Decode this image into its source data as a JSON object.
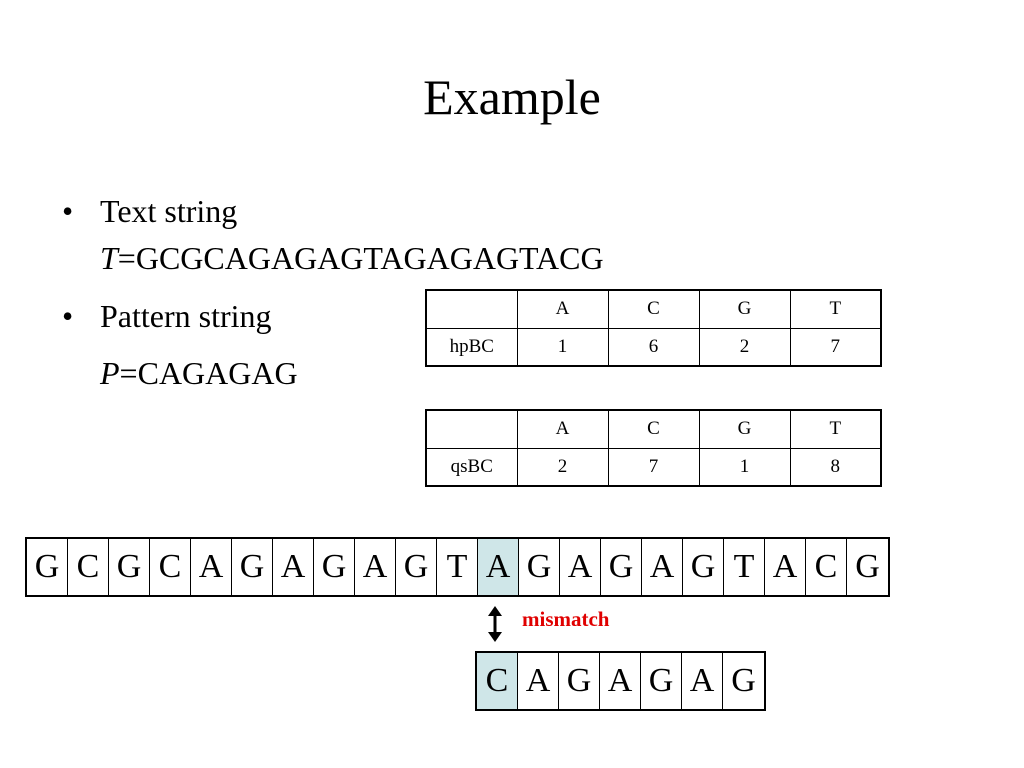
{
  "slide": {
    "title": "Example"
  },
  "bullets": {
    "b1_line1": "Text string",
    "b1_var": "T",
    "b1_value": "=GCGCAGAGAGTAGAGAGTACG",
    "b2_line1": "Pattern string",
    "b2_var": "P",
    "b2_value": "=CAGAGAG",
    "bullet_char": "•"
  },
  "hp_table": {
    "headers": [
      "",
      "A",
      "C",
      "G",
      "T"
    ],
    "row_label": "hpBC",
    "values": [
      "1",
      "6",
      "2",
      "7"
    ]
  },
  "qs_table": {
    "headers": [
      "",
      "A",
      "C",
      "G",
      "T"
    ],
    "row_label": "qsBC",
    "values": [
      "2",
      "7",
      "1",
      "8"
    ]
  },
  "text_strip": {
    "chars": [
      "G",
      "C",
      "G",
      "C",
      "A",
      "G",
      "A",
      "G",
      "A",
      "G",
      "T",
      "A",
      "G",
      "A",
      "G",
      "A",
      "G",
      "T",
      "A",
      "C",
      "G"
    ],
    "highlight_index": 11,
    "highlight_color": "#cfe6e8"
  },
  "pattern_strip": {
    "chars": [
      "C",
      "A",
      "G",
      "A",
      "G",
      "A",
      "G"
    ],
    "highlight_index": 0,
    "highlight_color": "#cfe6e8"
  },
  "annotation": {
    "label": "mismatch",
    "color": "#e00000",
    "icon": "double-arrow-vertical-icon"
  }
}
